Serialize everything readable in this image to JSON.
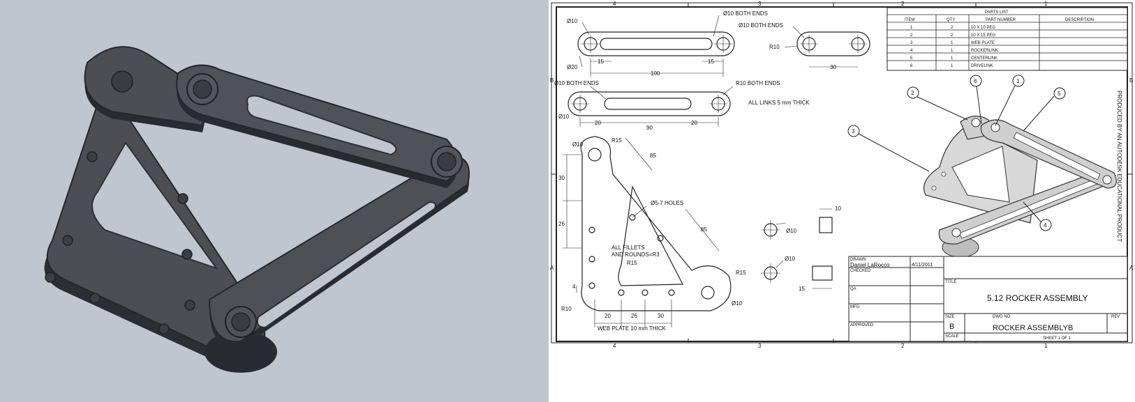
{
  "zone_labels": {
    "top": [
      "4",
      "3",
      "2",
      "1"
    ],
    "bottom": [
      "4",
      "3",
      "2",
      "1"
    ],
    "left": [
      "B",
      "A"
    ],
    "right": [
      "B",
      "A"
    ]
  },
  "parts_list": {
    "title": "PARTS LIST",
    "headers": [
      "ITEM",
      "QTY",
      "PART NUMBER",
      "DESCRIPTION"
    ],
    "rows": [
      [
        "1",
        "2",
        "10 X 10 PEG",
        ""
      ],
      [
        "2",
        "2",
        "10 X 15 PEG",
        ""
      ],
      [
        "3",
        "1",
        "WEB PLATE",
        ""
      ],
      [
        "4",
        "1",
        "ROCKERLINK",
        ""
      ],
      [
        "5",
        "1",
        "CENTERLINK",
        ""
      ],
      [
        "6",
        "1",
        "DRIVELINK",
        ""
      ]
    ]
  },
  "dimensions": {
    "link1_hole": "Ø10",
    "link1_both_ends": "Ø10 BOTH ENDS",
    "link1_end_dia": "Ø20",
    "link1_inset_left": "15",
    "link1_inset_right": "15",
    "link1_length": "100",
    "link2_both_ends": "Ø10 BOTH ENDS",
    "link2_radius": "R10",
    "link2_length": "30",
    "link3_both_ends": "Ø10 BOTH ENDS",
    "link3_radius": "R10 BOTH ENDS",
    "link3_hole": "Ø10",
    "link3_inset_left": "20",
    "link3_length": "90",
    "link3_inset_right": "20",
    "all_links_note": "ALL LINKS 5 mm THICK",
    "web_hole_top": "Ø10",
    "web_r15_top": "R15",
    "web_holes_note": "Ø5-7 HOLES",
    "web_dim_30": "30",
    "web_dim_26": "26",
    "web_fillets_note_1": "ALL FILLETS",
    "web_fillets_note_2": "AND ROUNDS=R3",
    "web_r15_inner": "R15",
    "web_dim_4": "4",
    "web_r15_right": "R15",
    "web_r10": "R10",
    "web_hole_right": "Ø10",
    "web_dim_20": "20",
    "web_dim_26b": "26",
    "web_dim_30b": "30",
    "web_plate_note": "WEB PLATE 10 mm THICK",
    "peg1_dia": "Ø10",
    "peg1_len": "10",
    "peg2_dia": "Ø10",
    "peg2_len": "15",
    "slant_dim_1": "85",
    "slant_dim_2": "85"
  },
  "balloons": [
    "1",
    "2",
    "3",
    "4",
    "5",
    "6"
  ],
  "side_note": "PRODUCED BY AN AUTODESK EDUCATIONAL PRODUCT",
  "title_block": {
    "drawn_label": "DRAWN",
    "drawn_name": "Daniel LaRocco",
    "drawn_date": "4/11/2011",
    "checked_label": "CHECKED",
    "qa_label": "QA",
    "mfg_label": "MFG",
    "approved_label": "APPROVED",
    "title_label": "TITLE",
    "title": "5.12 ROCKER ASSEMBLY",
    "size_label": "SIZE",
    "size": "B",
    "dwg_no_label": "DWG NO",
    "dwg_no": "ROCKER ASSEMBLYB",
    "rev_label": "REV",
    "scale_label": "SCALE",
    "sheet": "SHEET 1  OF 1"
  }
}
